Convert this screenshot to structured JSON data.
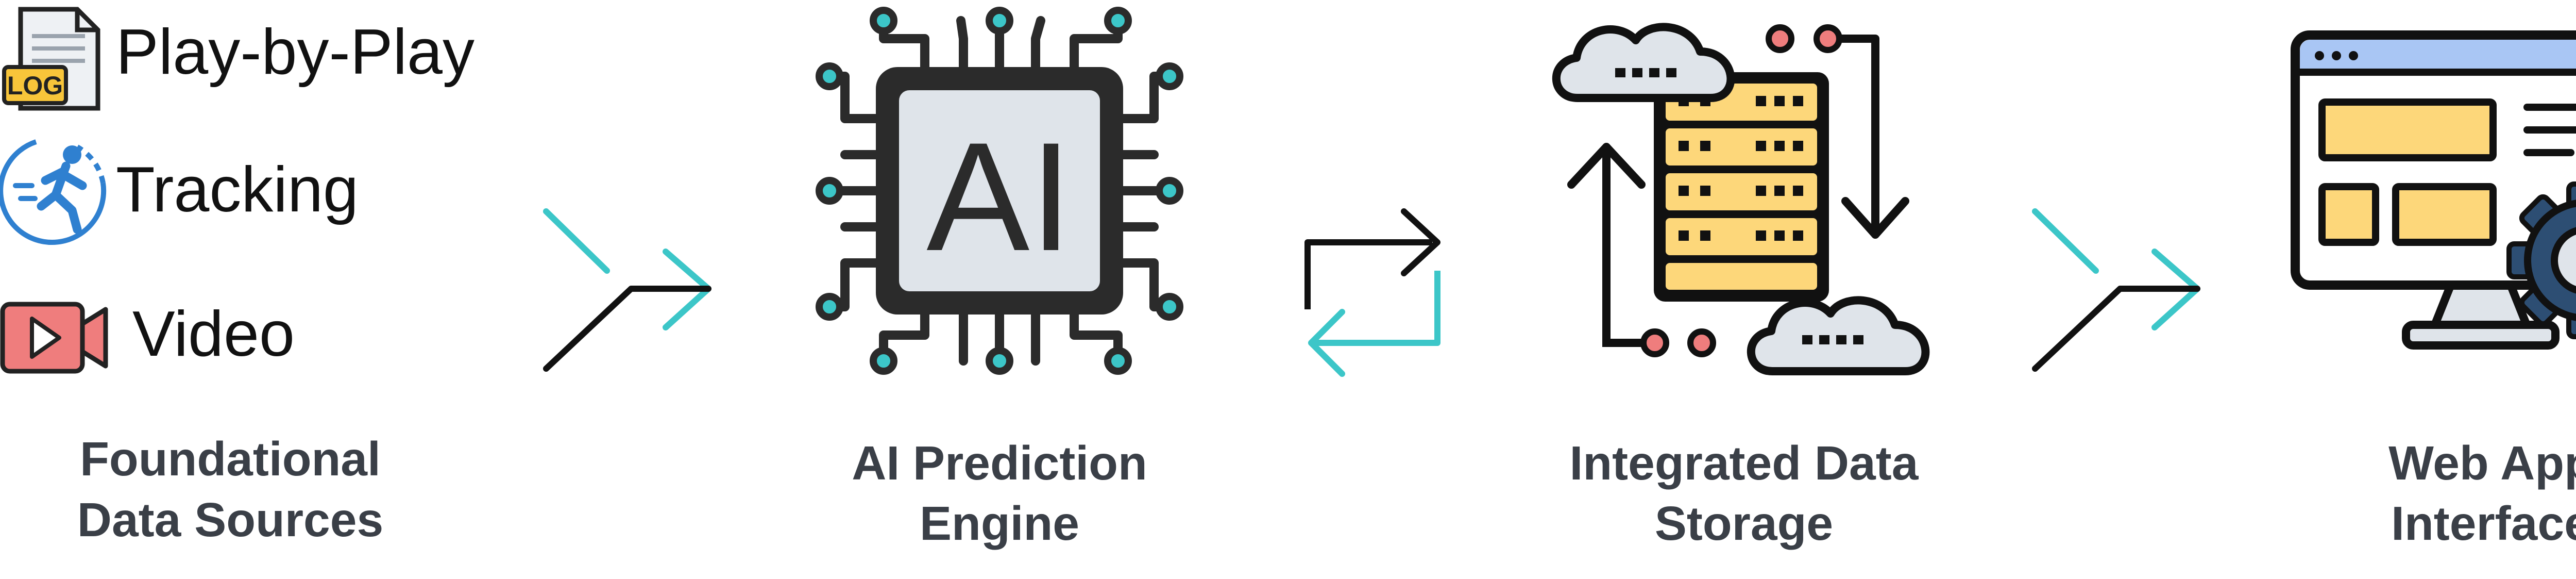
{
  "sources": {
    "play_by_play": "Play-by-Play",
    "log_badge": "LOG",
    "tracking": "Tracking",
    "video": "Video"
  },
  "stages": {
    "foundational": {
      "line1": "Foundational",
      "line2": "Data Sources"
    },
    "ai_engine": {
      "chip_text": "AI",
      "line1": "AI Prediction",
      "line2": "Engine"
    },
    "storage": {
      "line1": "Integrated Data",
      "line2": "Storage"
    },
    "web_app": {
      "line1": "Web App",
      "line2": "Interface"
    }
  },
  "icons": {
    "document": "log-document-icon",
    "runner": "runner-icon",
    "video": "video-camera-icon",
    "chip": "ai-chip-icon",
    "server": "server-cloud-icon",
    "monitor": "monitor-gear-icon",
    "arrow": "zigzag-arrow-icon",
    "sync": "bidirectional-arrows-icon"
  },
  "colors": {
    "teal": "#3cc6c8",
    "dark": "#1f1f1f",
    "label": "#3a3f47",
    "server_yellow": "#fdd77a",
    "video_red": "#ef7d7d",
    "log_yellow": "#f8c53a",
    "screen_blue": "#a9c6f4",
    "chip_gray": "#dfe4ea",
    "runner_blue": "#2f80d0"
  }
}
